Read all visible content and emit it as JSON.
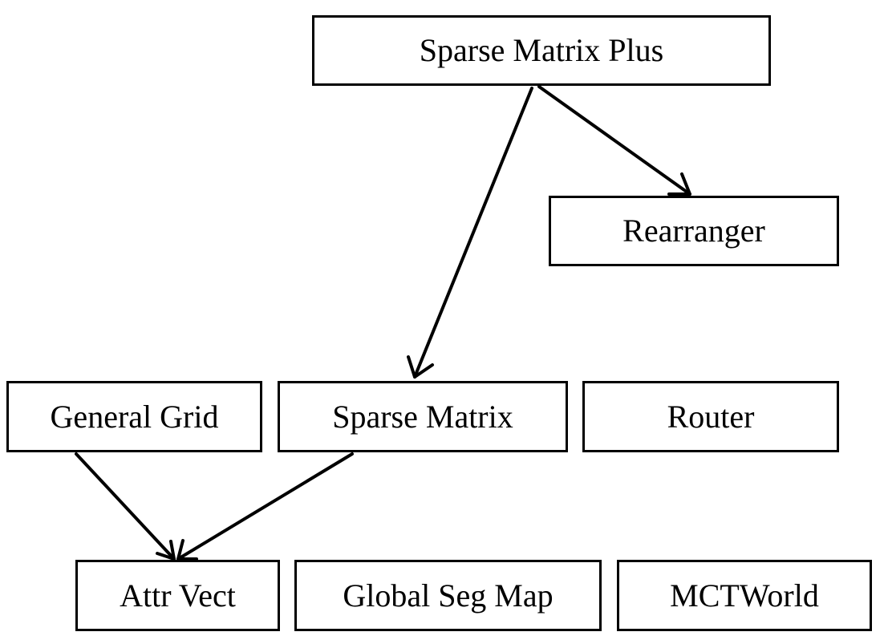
{
  "nodes": {
    "sparse_matrix_plus": "Sparse Matrix Plus",
    "rearranger": "Rearranger",
    "general_grid": "General Grid",
    "sparse_matrix": "Sparse Matrix",
    "router": "Router",
    "attr_vect": "Attr Vect",
    "global_seg_map": "Global Seg Map",
    "mctworld": "MCTWorld"
  },
  "edges": [
    {
      "from": "sparse_matrix_plus",
      "to": "rearranger"
    },
    {
      "from": "sparse_matrix_plus",
      "to": "sparse_matrix"
    },
    {
      "from": "general_grid",
      "to": "attr_vect"
    },
    {
      "from": "sparse_matrix",
      "to": "attr_vect"
    }
  ]
}
